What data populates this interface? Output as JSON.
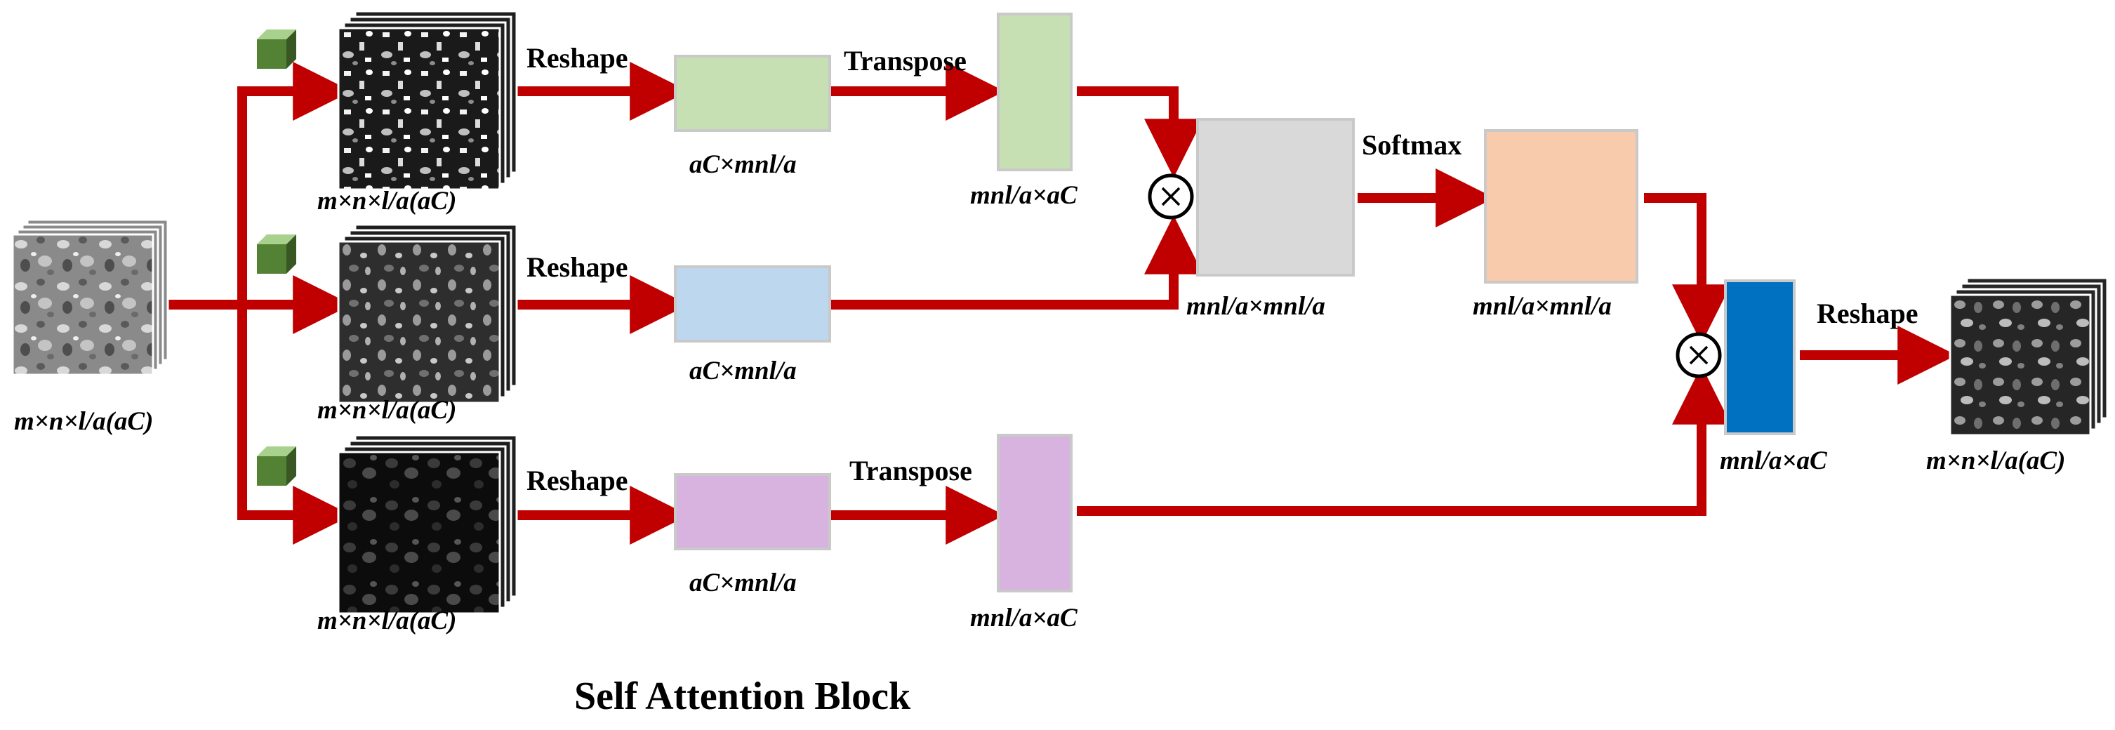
{
  "diagram": {
    "title": "Self Attention Block",
    "operations": {
      "reshape_top": "Reshape",
      "reshape_mid": "Reshape",
      "reshape_bot": "Reshape",
      "transpose_top": "Transpose",
      "transpose_bot": "Transpose",
      "softmax": "Softmax",
      "reshape_out": "Reshape"
    },
    "dimensions": {
      "input": "m×n×l/a(aC)",
      "feat_top": "m×n×l/a(aC)",
      "feat_mid": "m×n×l/a(aC)",
      "feat_bot": "m×n×l/a(aC)",
      "reshaped_top": "aC×mnl/a",
      "reshaped_mid": "aC×mnl/a",
      "reshaped_bot": "aC×mnl/a",
      "transposed_top": "mnl/a×aC",
      "transposed_bot": "mnl/a×aC",
      "attention_map": "mnl/a×mnl/a",
      "softmax_map": "mnl/a×mnl/a",
      "weighted": "mnl/a×aC",
      "output": "m×n×l/a(aC)"
    },
    "colors": {
      "arrow": "#c00000",
      "green_block": "#c6e0b4",
      "blue_block": "#bdd7ee",
      "purple_block": "#d9b3e0",
      "gray_block": "#d9d9d9",
      "peach_block": "#f8cbad",
      "dark_blue_block": "#0070c0",
      "conv_cube": "#548235"
    },
    "icons": [
      "conv-cube-icon",
      "multiply-icon"
    ]
  }
}
